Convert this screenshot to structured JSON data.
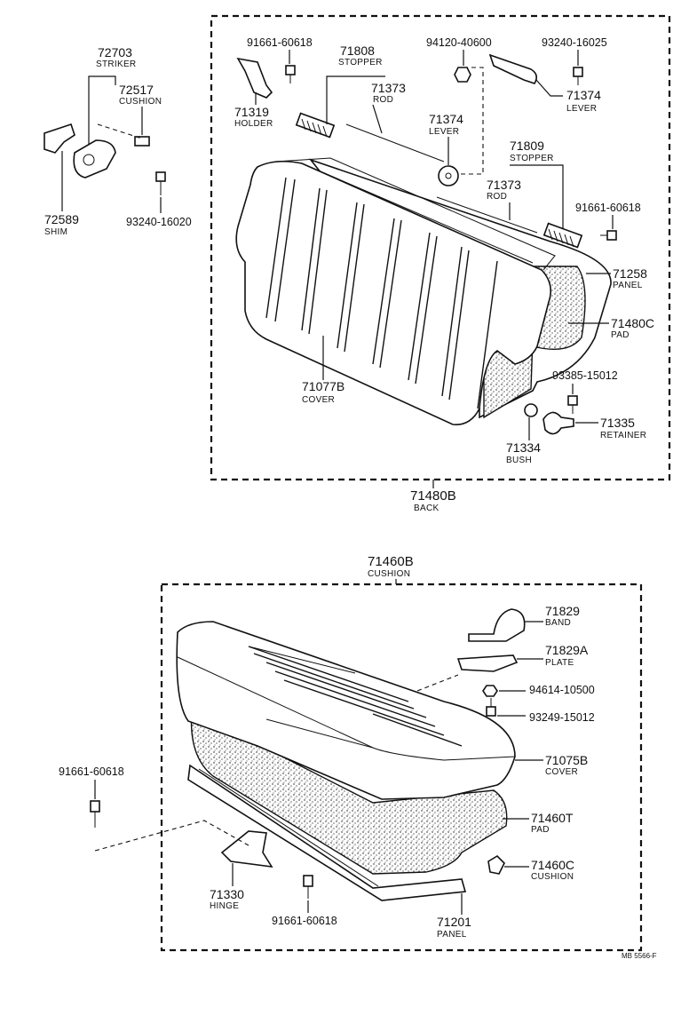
{
  "back_assembly": {
    "part_no": "71480B",
    "name": "BACK",
    "parts": [
      {
        "part_no": "91661-60618",
        "name": ""
      },
      {
        "part_no": "71808",
        "name": "STOPPER"
      },
      {
        "part_no": "94120-40600",
        "name": ""
      },
      {
        "part_no": "93240-16025",
        "name": ""
      },
      {
        "part_no": "71373",
        "name": "ROD"
      },
      {
        "part_no": "71374",
        "name": "LEVER"
      },
      {
        "part_no": "71319",
        "name": "HOLDER"
      },
      {
        "part_no": "71374",
        "name": "LEVER"
      },
      {
        "part_no": "71809",
        "name": "STOPPER"
      },
      {
        "part_no": "71373",
        "name": "ROD"
      },
      {
        "part_no": "91661-60618",
        "name": ""
      },
      {
        "part_no": "71258",
        "name": "PANEL"
      },
      {
        "part_no": "71480C",
        "name": "PAD"
      },
      {
        "part_no": "93385-15012",
        "name": ""
      },
      {
        "part_no": "71335",
        "name": "RETAINER"
      },
      {
        "part_no": "71334",
        "name": "BUSH"
      },
      {
        "part_no": "71077B",
        "name": "COVER"
      }
    ]
  },
  "striker_group": {
    "parts": [
      {
        "part_no": "72703",
        "name": "STRIKER"
      },
      {
        "part_no": "72517",
        "name": "CUSHION"
      },
      {
        "part_no": "72589",
        "name": "SHIM"
      },
      {
        "part_no": "93240-16020",
        "name": ""
      }
    ]
  },
  "cushion_assembly": {
    "part_no": "71460B",
    "name": "CUSHION",
    "parts": [
      {
        "part_no": "71829",
        "name": "BAND"
      },
      {
        "part_no": "71829A",
        "name": "PLATE"
      },
      {
        "part_no": "94614-10500",
        "name": ""
      },
      {
        "part_no": "93249-15012",
        "name": ""
      },
      {
        "part_no": "71075B",
        "name": "COVER"
      },
      {
        "part_no": "91661-60618",
        "name": ""
      },
      {
        "part_no": "71460T",
        "name": "PAD"
      },
      {
        "part_no": "71460C",
        "name": "CUSHION"
      },
      {
        "part_no": "71330",
        "name": "HINGE"
      },
      {
        "part_no": "91661-60618",
        "name": ""
      },
      {
        "part_no": "71201",
        "name": "PANEL"
      }
    ]
  },
  "drawing_code": "MB 5566-F"
}
